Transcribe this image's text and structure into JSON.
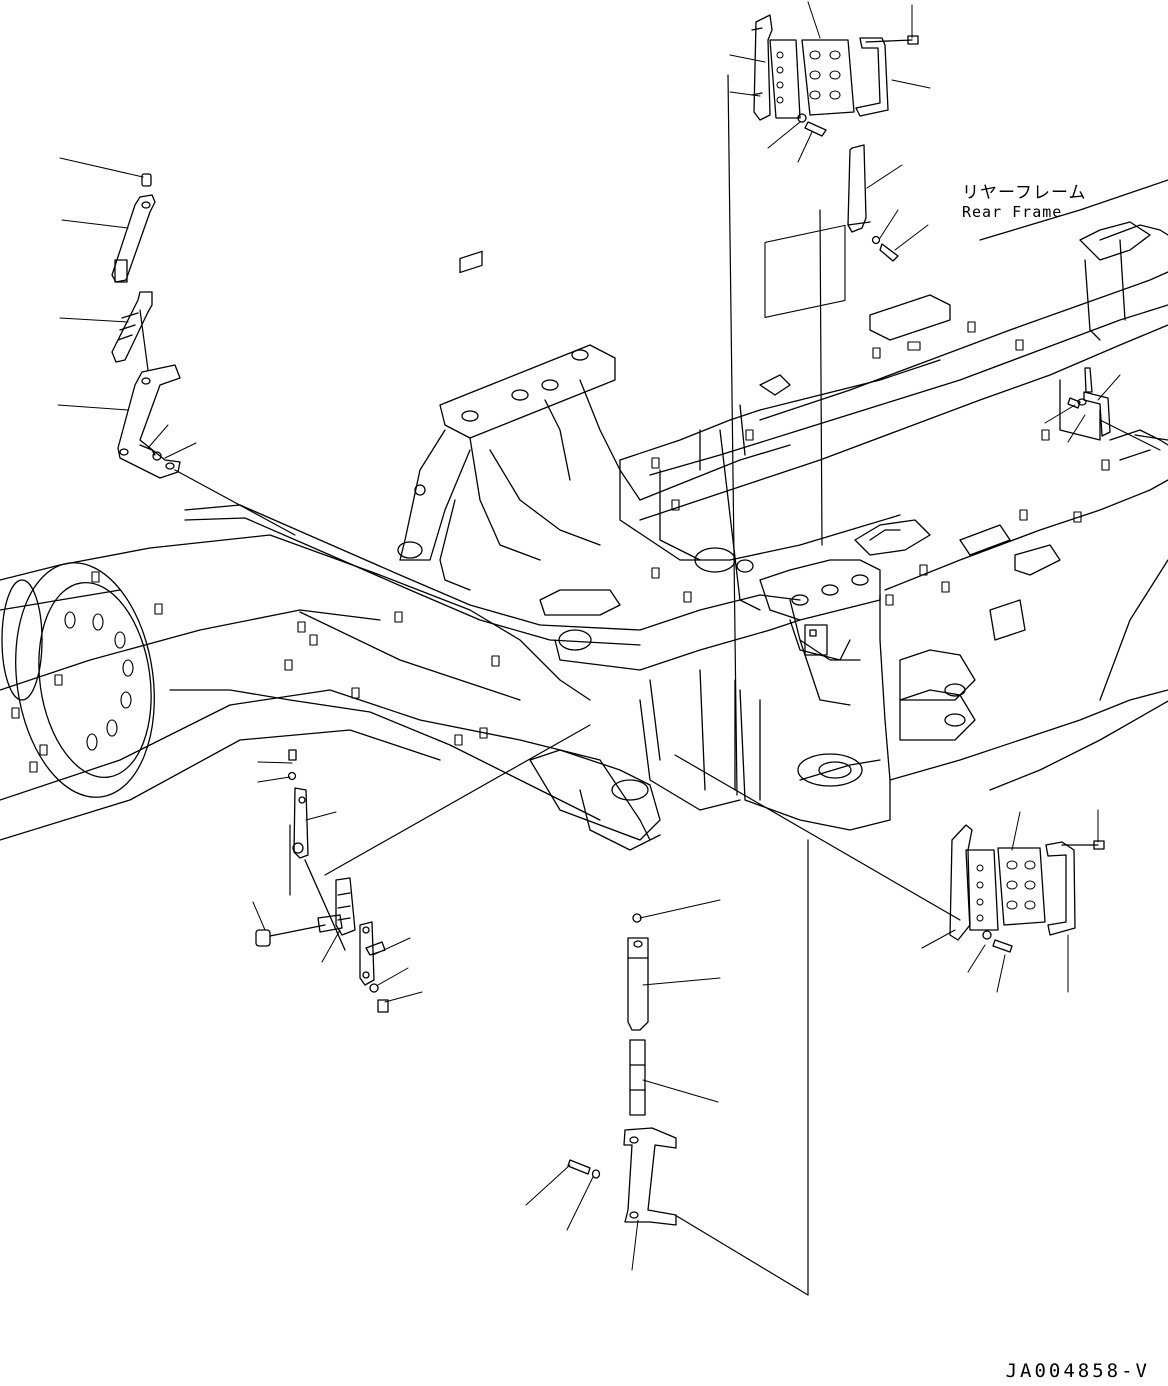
{
  "labels": {
    "rear_frame_jp": "リヤーフレーム",
    "rear_frame_en": "Rear Frame",
    "drawing_code": "JA004858-V"
  },
  "style": {
    "line_color": "#000000",
    "background": "#ffffff"
  }
}
